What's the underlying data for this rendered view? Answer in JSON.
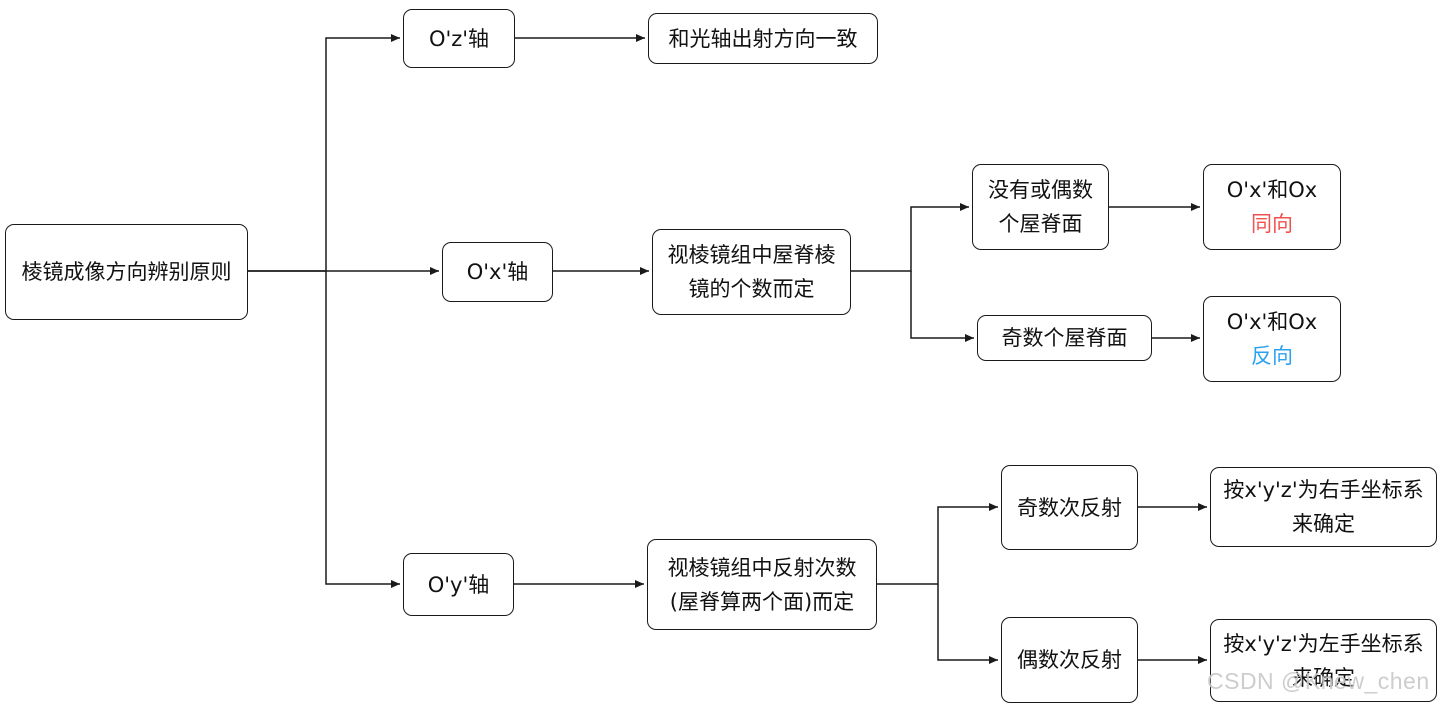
{
  "diagram": {
    "root": "棱镜成像方向辨别原则",
    "z_axis": {
      "label": "O'z'轴",
      "result": "和光轴出射方向一致"
    },
    "x_axis": {
      "label": "O'x'轴",
      "rule_line1": "视棱镜组中屋脊棱",
      "rule_line2": "镜的个数而定",
      "even_case_line1": "没有或偶数",
      "even_case_line2": "个屋脊面",
      "even_result_line1": "O'x'和Ox",
      "even_result_line2": "同向",
      "odd_case": "奇数个屋脊面",
      "odd_result_line1": "O'x'和Ox",
      "odd_result_line2": "反向"
    },
    "y_axis": {
      "label": "O'y'轴",
      "rule_line1": "视棱镜组中反射次数",
      "rule_line2": "(屋脊算两个面)而定",
      "odd_case": "奇数次反射",
      "odd_result_line1": "按x'y'z'为右手坐标系",
      "odd_result_line2": "来确定",
      "even_case": "偶数次反射",
      "even_result_line1": "按x'y'z'为左手坐标系",
      "even_result_line2": "来确定"
    },
    "colors": {
      "same_direction": "#f0524f",
      "opposite_direction": "#2aa2f0",
      "line": "#1a1a1a"
    }
  },
  "watermark": "CSDN @Knew_chen"
}
